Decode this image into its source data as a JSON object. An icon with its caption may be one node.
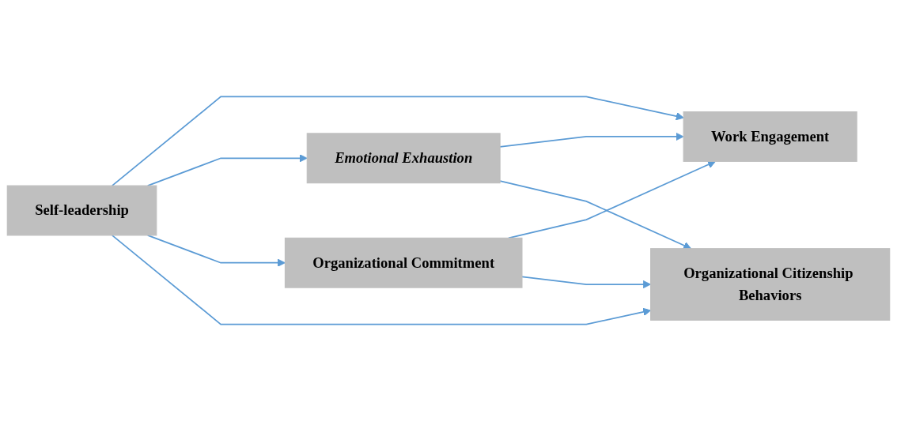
{
  "diagram": {
    "nodes": [
      {
        "text": [
          "Self-leadership"
        ]
      },
      {
        "text": [
          "Emotional Exhaustion"
        ]
      },
      {
        "text": [
          "Organizational Commitment"
        ]
      },
      {
        "text": [
          "Work Engagement"
        ]
      },
      {
        "text": [
          "Organizational Citizenship Behaviors"
        ]
      }
    ],
    "edges": [
      {
        "from": 0,
        "to": 3,
        "arrow": "to"
      },
      {
        "from": 0,
        "to": 1,
        "arrow": "to"
      },
      {
        "from": 0,
        "to": 2,
        "arrow": "to"
      },
      {
        "from": 0,
        "to": 4,
        "arrow": "to"
      },
      {
        "from": 1,
        "to": 3,
        "arrow": "to"
      },
      {
        "from": 1,
        "to": 4,
        "arrow": "to"
      },
      {
        "from": 2,
        "to": 3,
        "arrow": "to"
      },
      {
        "from": 2,
        "to": 4,
        "arrow": "to"
      }
    ]
  }
}
